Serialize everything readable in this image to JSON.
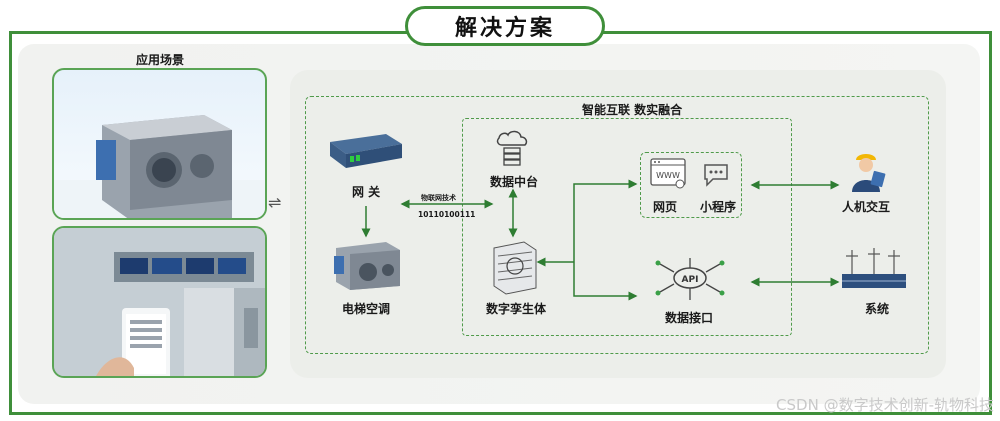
{
  "title": "解决方案",
  "scenes": {
    "label": "应用场景"
  },
  "platform": {
    "label": "智能互联 数实融合"
  },
  "nodes": {
    "gateway": "网 关",
    "ac": "电梯空调",
    "iot_tech": "物联网技术",
    "binary": "10110100111",
    "data_center": "数据中台",
    "twin": "数字孪生体",
    "web": "网页",
    "miniprogram": "小程序",
    "api_label": "API",
    "data_interface": "数据接口",
    "hmi": "人机交互",
    "system": "系统"
  },
  "web_icon_text": "WWW",
  "watermark": "CSDN @数字技术创新-轨物科技",
  "colors": {
    "accent": "#3f8f3a",
    "line": "#2e7d32"
  }
}
